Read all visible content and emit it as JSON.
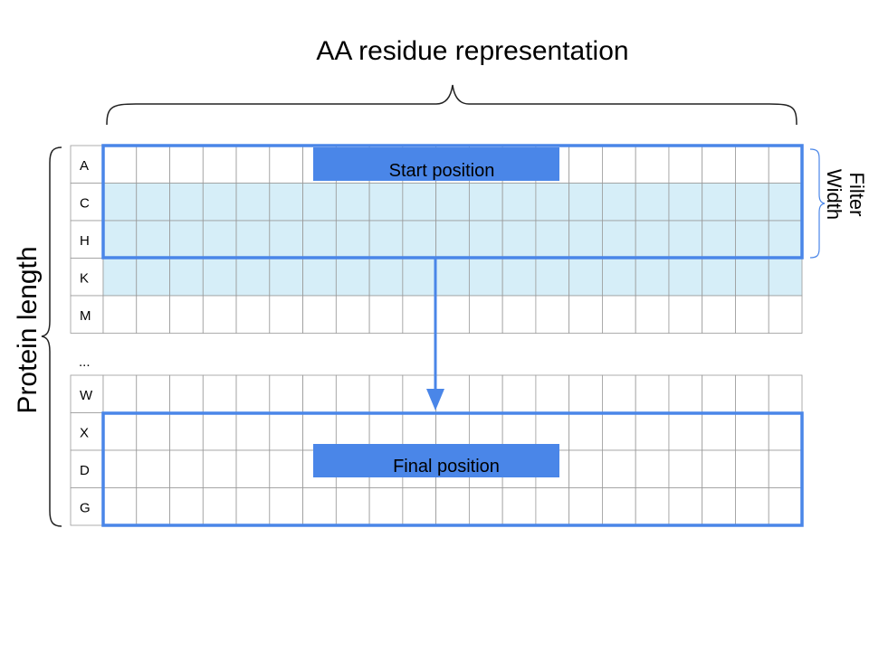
{
  "title": "AA residue representation",
  "y_axis_label": "Protein length",
  "filter_label": [
    "Filter",
    "Width"
  ],
  "start_label": "Start position",
  "final_label": "Final position",
  "ellipsis": "...",
  "rows_top": [
    "A",
    "C",
    "H",
    "K",
    "M"
  ],
  "rows_bottom": [
    "W",
    "X",
    "D",
    "G"
  ],
  "grid_columns": 21,
  "filter_rows": 3,
  "shaded_rows_top": [
    "C",
    "H",
    "K"
  ],
  "colors": {
    "accent": "#4a86e8",
    "shade": "#d6eef8",
    "grid": "#999999",
    "bracket": "#555555"
  }
}
